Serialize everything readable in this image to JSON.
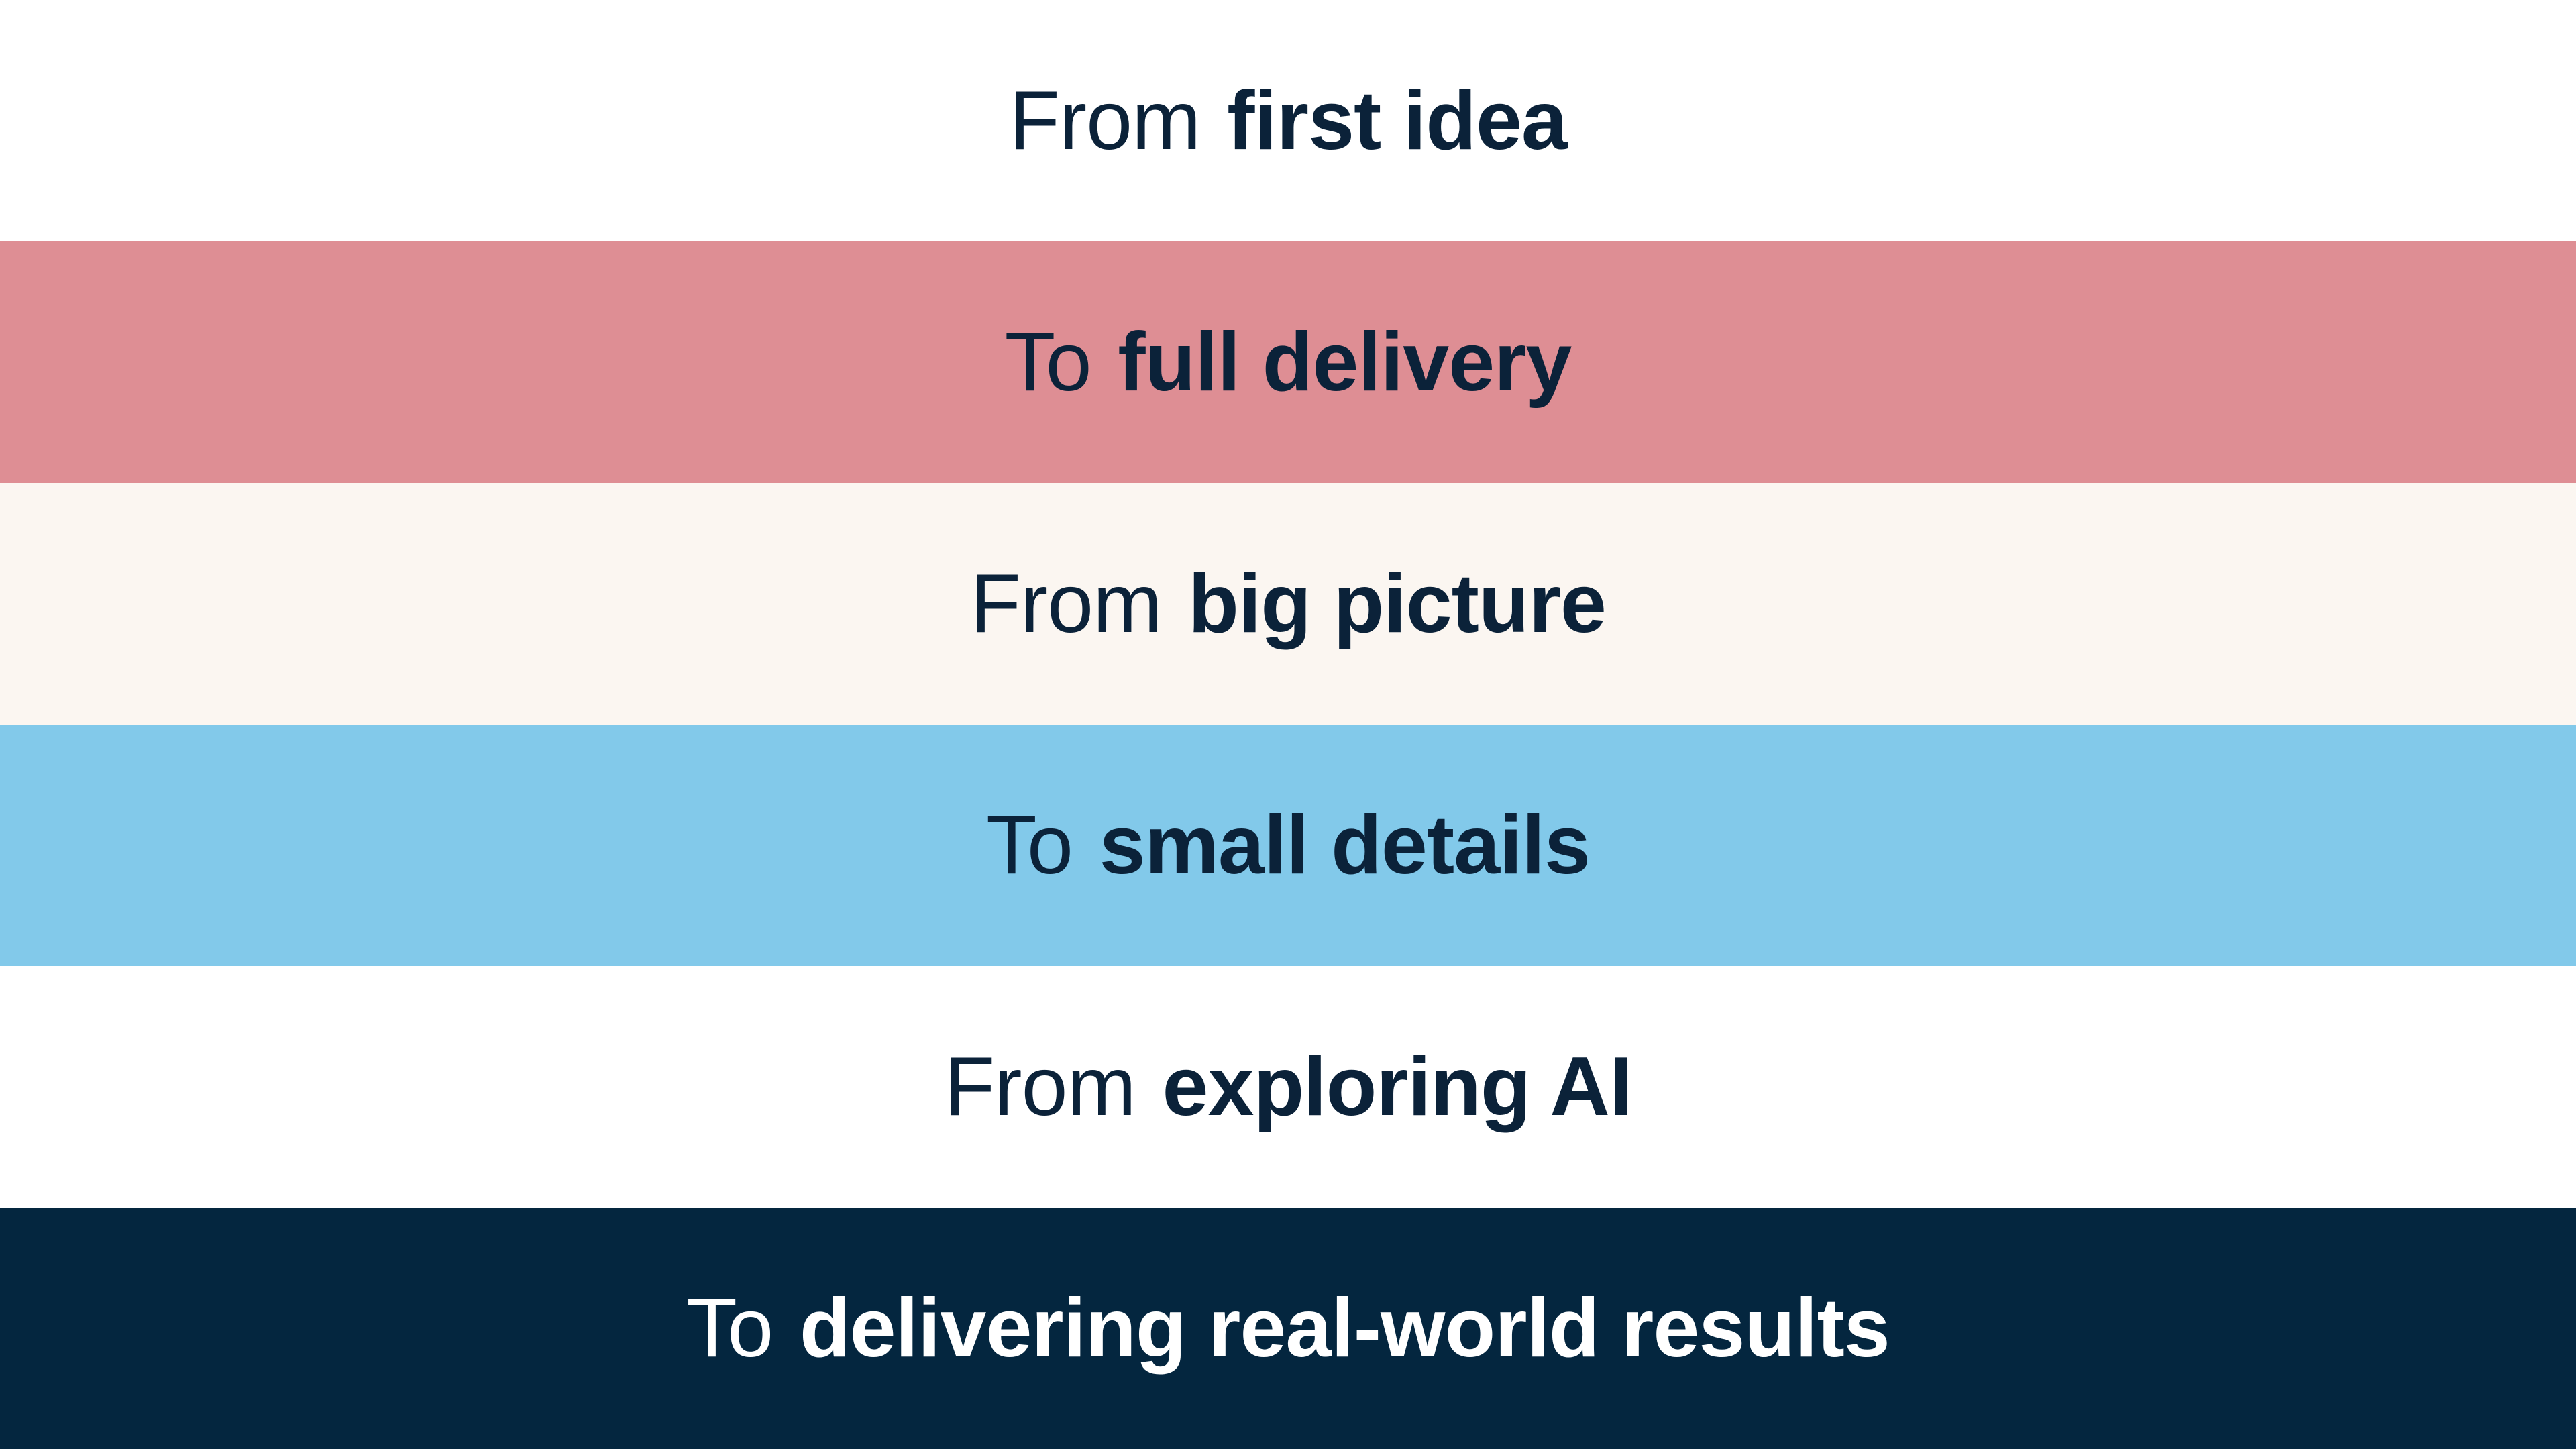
{
  "bands": [
    {
      "lead": "From",
      "emphasis": "first idea",
      "background": "#ffffff",
      "text_color": "#0b2239"
    },
    {
      "lead": "To",
      "emphasis": "full delivery",
      "background": "#de8e94",
      "text_color": "#0b2239"
    },
    {
      "lead": "From",
      "emphasis": "big picture",
      "background": "#fbf6f1",
      "text_color": "#0b2239"
    },
    {
      "lead": "To",
      "emphasis": "small details",
      "background": "#82c9ea",
      "text_color": "#0b2239"
    },
    {
      "lead": "From",
      "emphasis": "exploring AI",
      "background": "#ffffff",
      "text_color": "#0b2239"
    },
    {
      "lead": "To",
      "emphasis": "delivering real-world results",
      "background": "#04263f",
      "text_color": "#ffffff"
    }
  ]
}
